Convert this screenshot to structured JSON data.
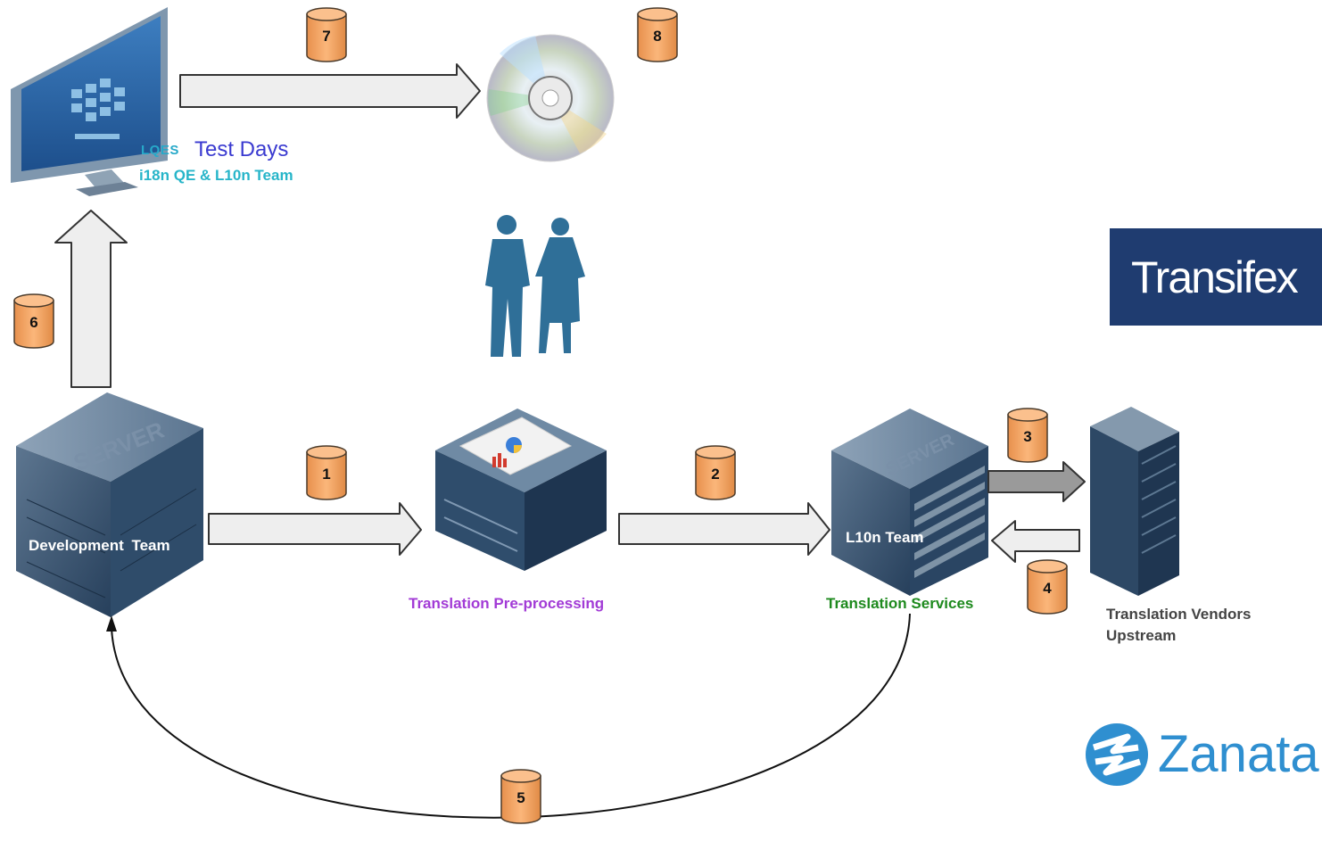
{
  "steps": [
    "1",
    "2",
    "3",
    "4",
    "5",
    "6",
    "7",
    "8"
  ],
  "nodes": {
    "lqes": "LQES",
    "test_days": "Test Days",
    "qe_team": "i18n QE & L10n Team",
    "dev_team": "Development  Team",
    "l10n_team": "L10n Team",
    "preprocessing": "Translation Pre-processing",
    "services": "Translation Services",
    "vendors_line1": "Translation Vendors",
    "vendors_line2": "Upstream",
    "server_text": "SERVER"
  },
  "logos": {
    "transifex": "Transifex",
    "zanata": "Zanata"
  },
  "colors": {
    "badge_fill": "#f7a866",
    "badge_stroke": "#4a3a2a",
    "arrow_fill": "#eeeeee",
    "server_dark": "#2d4a68",
    "transifex_bg": "#1f3c70",
    "zanata_blue": "#2f8fd0"
  }
}
